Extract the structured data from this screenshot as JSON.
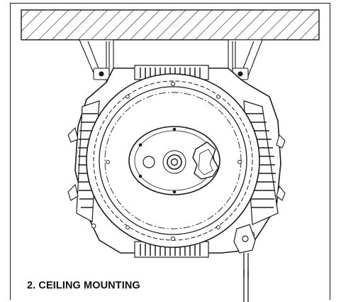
{
  "caption": "2. CEILING MOUNTING",
  "colors": {
    "line": "#1a1a1a",
    "background": "#ffffff"
  },
  "icons": [
    "ceiling-hatch",
    "mounting-bracket",
    "motor-housing",
    "fan-hub"
  ]
}
